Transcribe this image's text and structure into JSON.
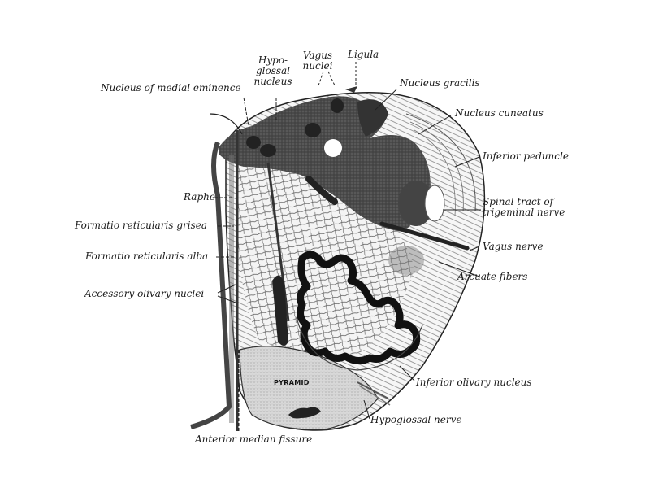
{
  "figure": {
    "subject": "Transverse section of medulla oblongata",
    "inner_labels": {
      "pyramid": "PYRAMID"
    },
    "labels": {
      "nucleus_medial_eminence": "Nucleus of medial eminence",
      "hypoglossal_nucleus_1": "Hypo-",
      "hypoglossal_nucleus_2": "glossal",
      "hypoglossal_nucleus_3": "nucleus",
      "vagus_nuclei_1": "Vagus",
      "vagus_nuclei_2": "nuclei",
      "ligula": "Ligula",
      "nucleus_gracilis": "Nucleus gracilis",
      "nucleus_cuneatus": "Nucleus cuneatus",
      "inferior_peduncle": "Inferior peduncle",
      "spinal_tract_1": "Spinal tract of",
      "spinal_tract_2": "trigeminal nerve",
      "vagus_nerve": "Vagus nerve",
      "arcuate_fibers": "Arcuate fibers",
      "raphe": "Raphe",
      "formatio_grisea": "Formatio reticularis grisea",
      "formatio_alba": "Formatio reticularis alba",
      "accessory_olivary": "Accessory olivary nuclei",
      "inferior_olivary": "Inferior olivary nucleus",
      "hypoglossal_nerve": "Hypoglossal nerve",
      "anterior_median_fissure": "Anterior median fissure"
    },
    "colors": {
      "background": "#ffffff",
      "ink": "#1a1a1a",
      "dark_gray_matter": "#3a3a3a",
      "mid_gray": "#8a8a8a",
      "light_fill": "#e6e6e6"
    }
  }
}
